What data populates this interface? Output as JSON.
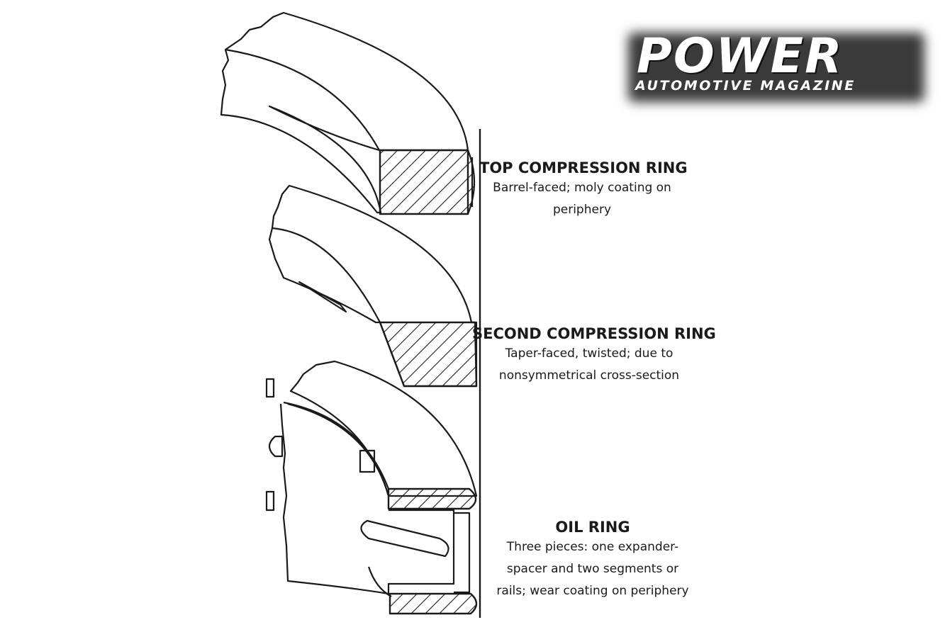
{
  "logo": {
    "title": "POWER",
    "subtitle": "AUTOMOTIVE MAGAZINE"
  },
  "rings": [
    {
      "name": "TOP COMPRESSION RING",
      "description": "Barrel-faced; moly coating on\nperiphery"
    },
    {
      "name": "SECOND COMPRESSION RING",
      "description": "Taper-faced, twisted; due to\nnonsymmetrical cross-section"
    },
    {
      "name": "OIL RING",
      "description": "Three pieces: one expander-\nspacer and two segments or\nrails; wear coating on periphery"
    }
  ],
  "colors": {
    "ink": "#1a1a1a",
    "background": "#ffffff",
    "logo_text": "#ffffff",
    "logo_glow": "#3a3a3a"
  }
}
